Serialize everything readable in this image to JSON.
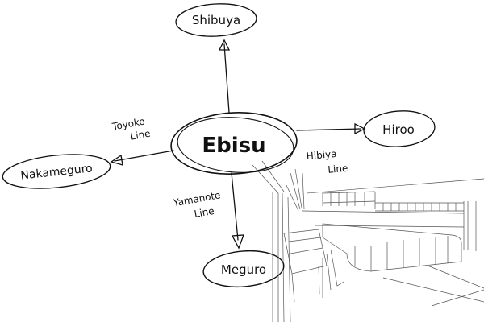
{
  "center": {
    "label": "Ebisu"
  },
  "stations": [
    {
      "label": "Shibuya"
    },
    {
      "label": "Hiroo"
    },
    {
      "label": "Nakameguro"
    },
    {
      "label": "Meguro"
    }
  ],
  "lines": [
    {
      "label1": "Toyoko",
      "label2": "Line"
    },
    {
      "label1": "Hibiya",
      "label2": "Line"
    },
    {
      "label1": "Yamanote",
      "label2": "Line"
    }
  ],
  "colors": {
    "ink": "#111111",
    "pencil": "#555555"
  }
}
